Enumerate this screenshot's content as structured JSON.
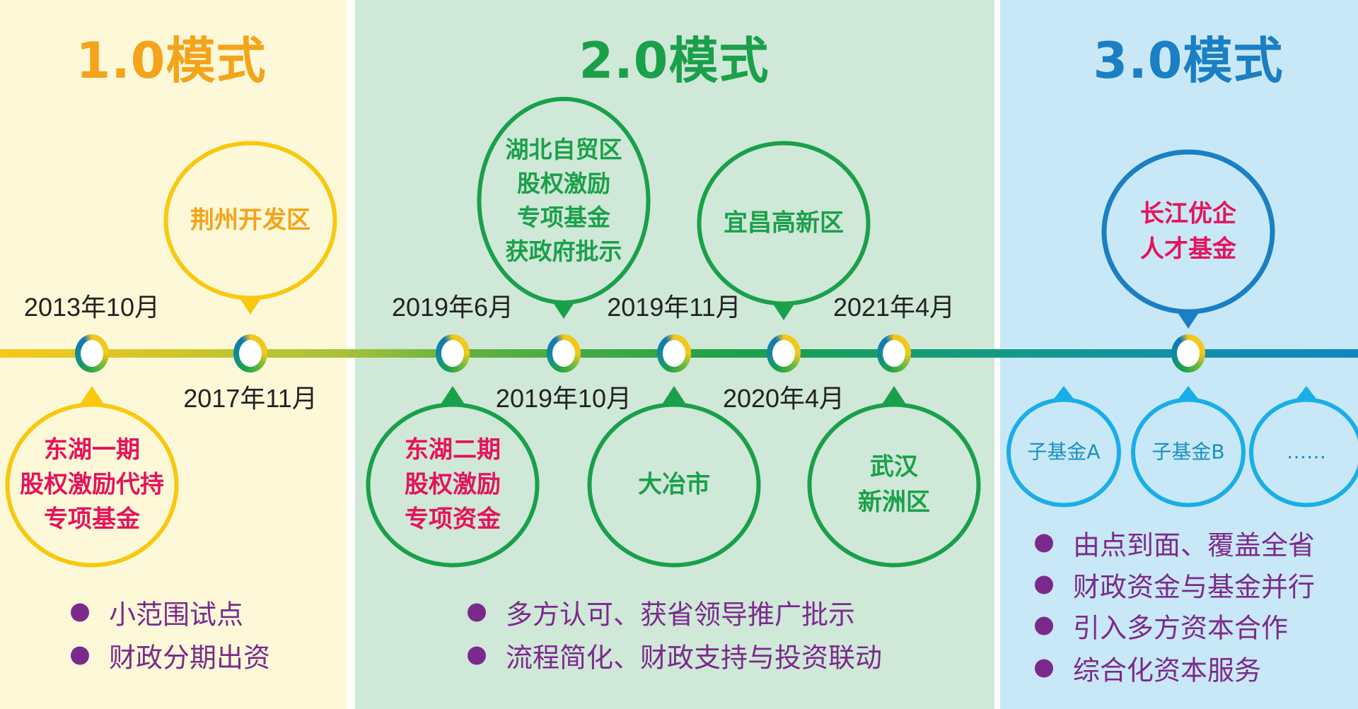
{
  "colors": {
    "yellow_bg": "#fdf9d8",
    "green_bg": "#cfe8d8",
    "blue_bg": "#c8e8f7",
    "magenta": "#e5135b",
    "purple": "#7b2a8c"
  },
  "sections": [
    {
      "title": "1.0模式",
      "title_color": "#f5a31a",
      "bullets": [
        "小范围试点",
        "财政分期出资"
      ]
    },
    {
      "title": "2.0模式",
      "title_color": "#1aa04a",
      "bullets": [
        "多方认可、获省领导推广批示",
        "流程简化、财政支持与投资联动"
      ]
    },
    {
      "title": "3.0模式",
      "title_color": "#1a7fc4",
      "bullets": [
        "由点到面、覆盖全省",
        "财政资金与基金并行",
        "引入多方资本合作",
        "综合化资本服务"
      ]
    }
  ],
  "milestones": [
    {
      "date": "2013年10月",
      "date_pos": "above",
      "bubble_pos": "below",
      "lines": [
        "东湖一期",
        "股权激励代持",
        "专项基金"
      ],
      "text_color": "#e5135b",
      "ring_color": "#f9c80e"
    },
    {
      "date": "2017年11月",
      "date_pos": "below",
      "bubble_pos": "above",
      "lines": [
        "荆州开发区"
      ],
      "text_color": "#f5a31a",
      "ring_color": "#f9c80e"
    },
    {
      "date": "2019年6月",
      "date_pos": "above",
      "bubble_pos": "below",
      "lines": [
        "东湖二期",
        "股权激励",
        "专项资金"
      ],
      "text_color": "#e5135b",
      "ring_color": "#1aa04a"
    },
    {
      "date": "2019年10月",
      "date_pos": "below",
      "bubble_pos": "above",
      "lines": [
        "湖北自贸区",
        "股权激励",
        "专项基金",
        "获政府批示"
      ],
      "text_color": "#1aa04a",
      "ring_color": "#1aa04a"
    },
    {
      "date": "2019年11月",
      "date_pos": "above",
      "bubble_pos": "below",
      "lines": [
        "大冶市"
      ],
      "text_color": "#1aa04a",
      "ring_color": "#1aa04a"
    },
    {
      "date": "2020年4月",
      "date_pos": "below",
      "bubble_pos": "above",
      "lines": [
        "宜昌高新区"
      ],
      "text_color": "#1aa04a",
      "ring_color": "#1aa04a"
    },
    {
      "date": "2021年4月",
      "date_pos": "above",
      "bubble_pos": "below",
      "lines": [
        "武汉",
        "新洲区"
      ],
      "text_color": "#1aa04a",
      "ring_color": "#1aa04a"
    },
    {
      "date": "",
      "date_pos": "none",
      "bubble_pos": "above",
      "lines": [
        "长江优企",
        "人才基金"
      ],
      "text_color": "#e5135b",
      "ring_color": "#1a7fc4"
    }
  ],
  "sub_funds": {
    "ring_color": "#1aaee8",
    "text_color": "#1a8fc0",
    "items": [
      "子基金A",
      "子基金B",
      "……"
    ]
  }
}
